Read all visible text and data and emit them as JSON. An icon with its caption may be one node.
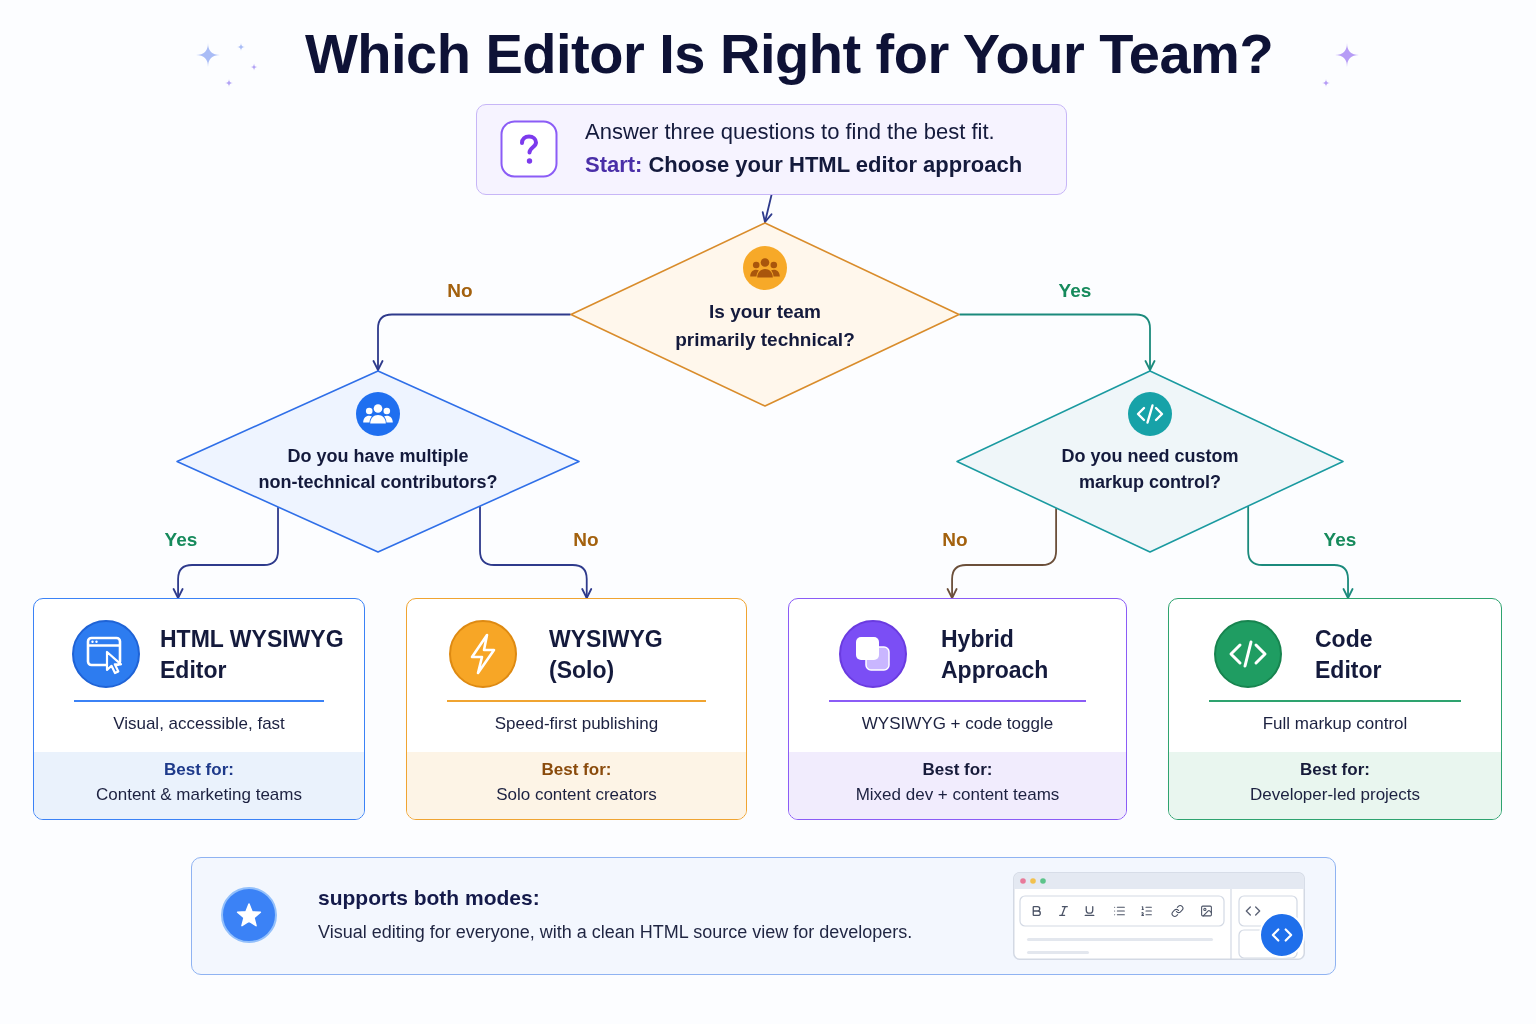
{
  "diagram": {
    "title": "Which Editor Is Right for Your Team?",
    "nodes": [
      {
        "text": [
          "Answer three questions to find the best fit.",
          "Start:",
          "Choose your HTML editor approach"
        ]
      },
      {
        "text": [
          "Is your team primarily technical?"
        ]
      },
      {
        "text": [
          "Do you have multiple non-technical contributors?"
        ]
      },
      {
        "text": [
          "Do you need custom markup control?"
        ]
      },
      {
        "text": [
          "HTML WYSIWYG Editor",
          "Visual, accessible, fast",
          "Best for:",
          "Content & marketing teams"
        ]
      },
      {
        "text": [
          "WYSIWYG (Solo)",
          "Speed-first publishing",
          "Best for:",
          "Solo content creators"
        ]
      },
      {
        "text": [
          "Hybrid Approach",
          "WYSIWYG + code toggle",
          "Best for:",
          "Mixed dev + content teams"
        ]
      },
      {
        "text": [
          "Code Editor",
          "Full markup control",
          "Best for:",
          "Developer-led projects"
        ]
      },
      {
        "text": [
          "supports both modes:",
          "Visual editing for everyone, with a clean HTML source view for developers."
        ]
      }
    ],
    "edges": [
      {
        "from": 0,
        "to": 1,
        "arrow": "to"
      },
      {
        "from": 1,
        "to": 2,
        "arrow": "to",
        "label": "No"
      },
      {
        "from": 1,
        "to": 3,
        "arrow": "to",
        "label": "Yes",
        "color": "#1b8a7c"
      },
      {
        "from": 2,
        "to": 4,
        "arrow": "to",
        "label": "Yes"
      },
      {
        "from": 2,
        "to": 5,
        "arrow": "to",
        "label": "No"
      },
      {
        "from": 3,
        "to": 6,
        "arrow": "to",
        "label": "No",
        "color": "#6b4f3a"
      },
      {
        "from": 3,
        "to": 7,
        "arrow": "to",
        "label": "Yes",
        "color": "#1b8a7c"
      }
    ]
  }
}
